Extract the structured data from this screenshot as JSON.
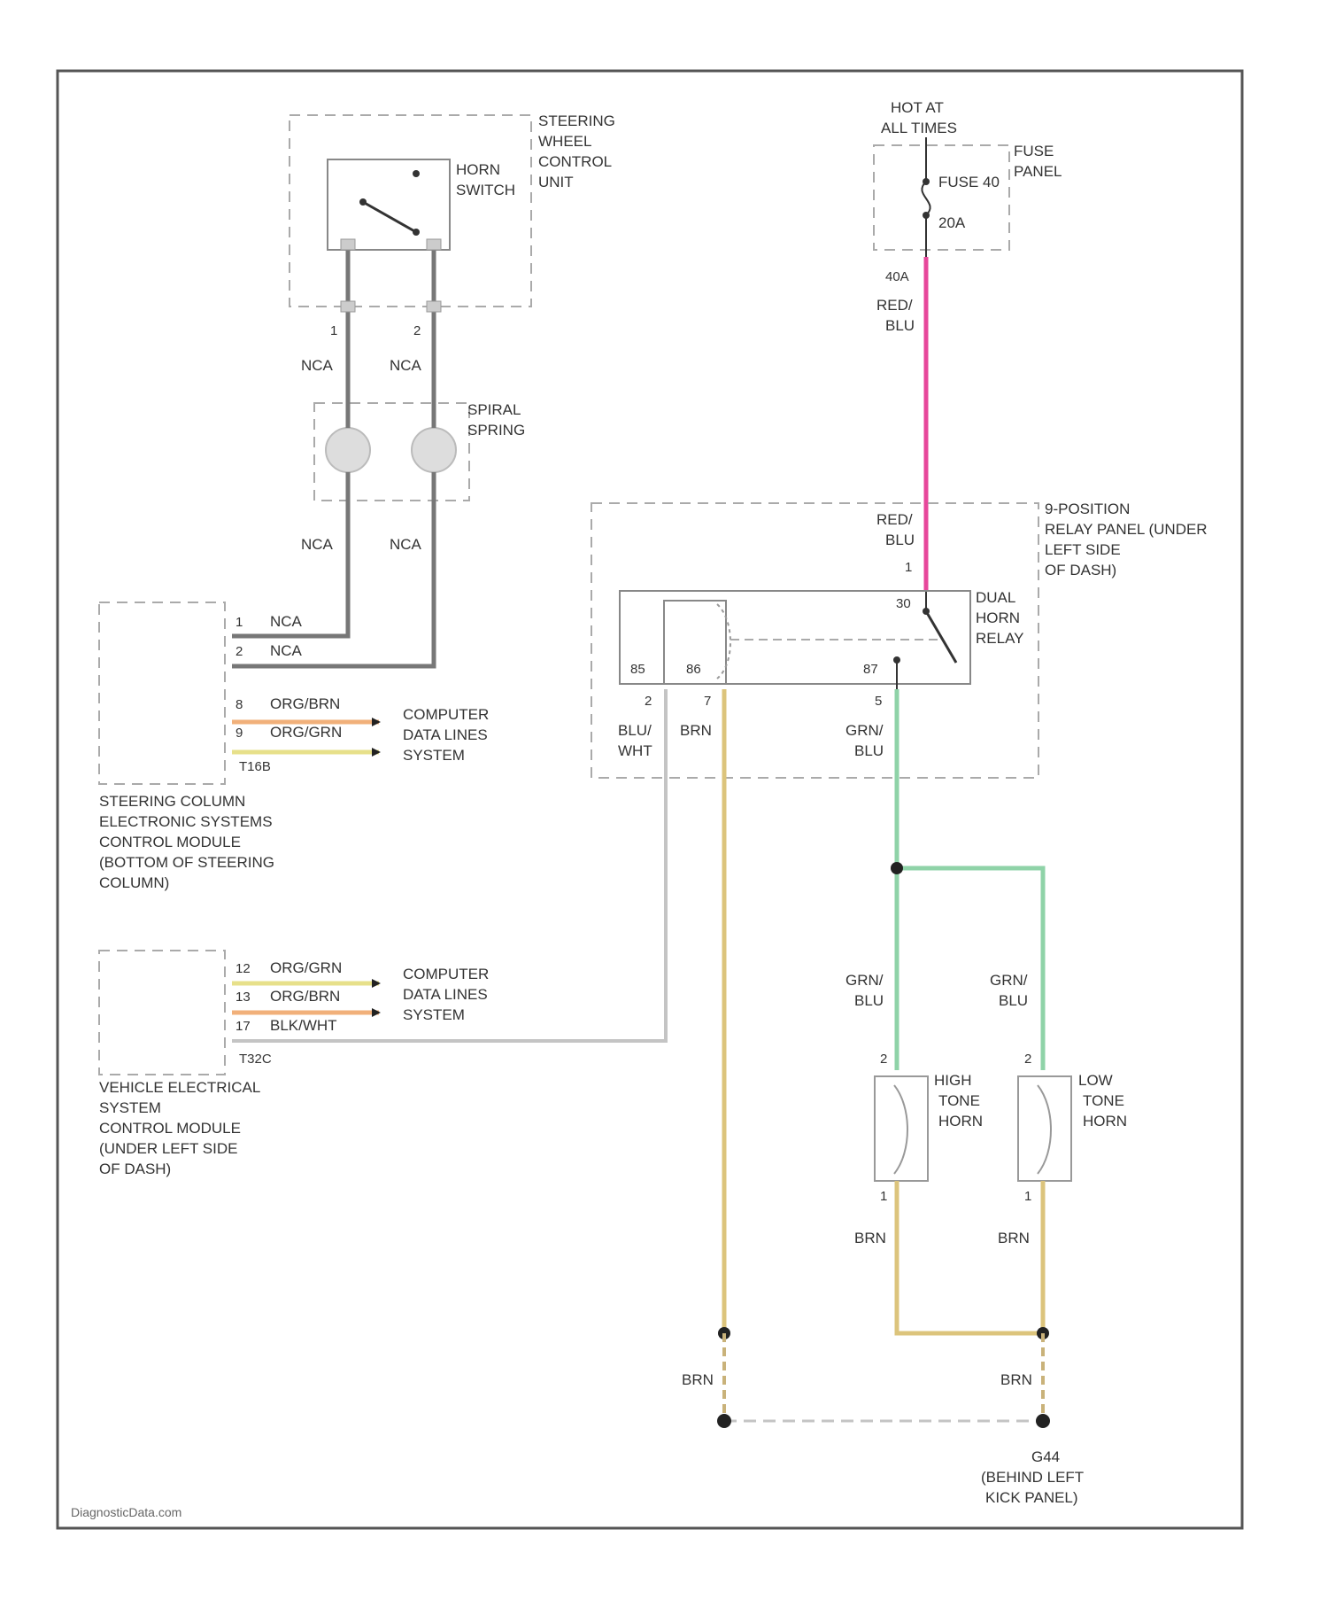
{
  "colors": {
    "frame": "#555555",
    "dash": "#aaaaaa",
    "wire_gray": "#777777",
    "wire_light": "#c4c4c4",
    "wire_pink": "#e7479b",
    "wire_green": "#8fd3a8",
    "wire_tan": "#dcc47c",
    "wire_orange": "#f1b07a",
    "wire_yellow": "#e7e08a",
    "wire_brown_dash": "#c9b27a"
  },
  "steering_wheel": {
    "module_label": [
      "STEERING",
      "WHEEL",
      "CONTROL",
      "UNIT"
    ],
    "horn_switch_label": [
      "HORN",
      "SWITCH"
    ],
    "pin1": "1",
    "pin2": "2",
    "wire1": "NCA",
    "wire2": "NCA"
  },
  "clockspring": {
    "label": [
      "SPIRAL",
      "SPRING"
    ],
    "wire1": "NCA",
    "wire2": "NCA"
  },
  "column_module": {
    "label": [
      "STEERING COLUMN",
      "ELECTRONIC SYSTEMS",
      "CONTROL MODULE",
      "(BOTTOM OF STEERING",
      "COLUMN)"
    ],
    "pins": [
      {
        "pin": "1",
        "wire": "NCA"
      },
      {
        "pin": "2",
        "wire": "NCA"
      },
      {
        "pin": "8",
        "wire": "ORG/BRN"
      },
      {
        "pin": "9",
        "wire": "ORG/GRN"
      }
    ],
    "connector": "T16B",
    "data_lines": [
      "COMPUTER",
      "DATA LINES",
      "SYSTEM"
    ]
  },
  "vehicle_module": {
    "label": [
      "VEHICLE ELECTRICAL",
      "SYSTEM",
      "CONTROL MODULE",
      "(UNDER LEFT SIDE",
      "OF DASH)"
    ],
    "pins": [
      {
        "pin": "12",
        "wire": "ORG/GRN"
      },
      {
        "pin": "13",
        "wire": "ORG/BRN"
      },
      {
        "pin": "17",
        "wire": "BLK/WHT"
      }
    ],
    "connector": "T32C",
    "data_lines": [
      "COMPUTER",
      "DATA LINES",
      "SYSTEM"
    ]
  },
  "fuse": {
    "hot_label": [
      "HOT AT",
      "ALL TIMES"
    ],
    "panel_label": [
      "FUSE",
      "PANEL"
    ],
    "fuse_name": "FUSE 40",
    "rating": "20A",
    "pin": "40A",
    "wire": [
      "RED/",
      "BLU"
    ]
  },
  "relay_panel": {
    "label": [
      "9-POSITION",
      "RELAY PANEL (UNDER",
      "LEFT SIDE",
      "OF DASH)"
    ],
    "wire_in": [
      "RED/",
      "BLU"
    ],
    "pin_in": "1",
    "relay_label": [
      "DUAL",
      "HORN",
      "RELAY"
    ],
    "terminals": {
      "t30": "30",
      "t85": "85",
      "t86": "86",
      "t87": "87"
    },
    "bottom_pins": {
      "p2": "2",
      "p7": "7",
      "p5": "5"
    },
    "wire_85": [
      "BLU/",
      "WHT"
    ],
    "wire_86": "BRN",
    "wire_87": [
      "GRN/",
      "BLU"
    ]
  },
  "horns": {
    "high": {
      "label": [
        "HIGH",
        "TONE",
        "HORN"
      ],
      "wire_in": [
        "GRN/",
        "BLU"
      ],
      "pin_top": "2",
      "pin_bottom": "1",
      "wire_out": "BRN"
    },
    "low": {
      "label": [
        "LOW",
        "TONE",
        "HORN"
      ],
      "wire_in": [
        "GRN/",
        "BLU"
      ],
      "pin_top": "2",
      "pin_bottom": "1",
      "wire_out": "BRN"
    }
  },
  "ground": {
    "wire_left": "BRN",
    "wire_right": "BRN",
    "label": [
      "G44",
      "(BEHIND LEFT",
      "KICK PANEL)"
    ]
  },
  "credit": "DiagnosticData.com"
}
